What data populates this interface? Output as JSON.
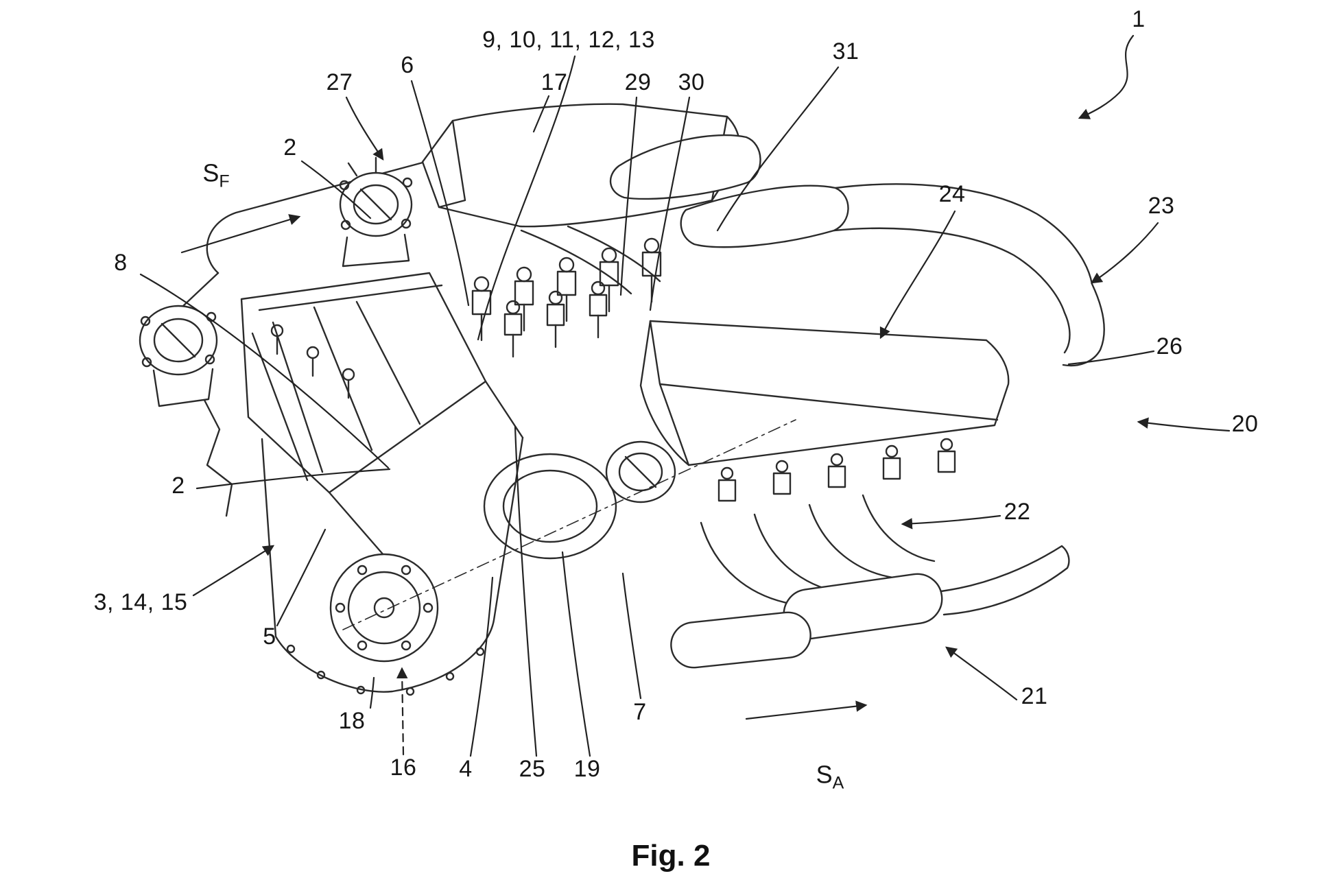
{
  "figure": {
    "caption": "Fig. 2",
    "line_color": "#222222",
    "background": "#ffffff",
    "labels": [
      {
        "text": "9, 10, 11, 12, 13"
      },
      {
        "text": "27"
      },
      {
        "text": "6"
      },
      {
        "text": "17"
      },
      {
        "text": "29"
      },
      {
        "text": "30"
      },
      {
        "text": "31"
      },
      {
        "text": "1"
      },
      {
        "text": "2"
      },
      {
        "text": "24"
      },
      {
        "text": "23"
      },
      {
        "text": "8"
      },
      {
        "text": "26"
      },
      {
        "text": "20"
      },
      {
        "text": "2"
      },
      {
        "text": "22"
      },
      {
        "text": "3, 14, 15"
      },
      {
        "text": "5"
      },
      {
        "text": "18"
      },
      {
        "text": "16"
      },
      {
        "text": "4"
      },
      {
        "text": "25"
      },
      {
        "text": "19"
      },
      {
        "text": "7"
      },
      {
        "text": "21"
      }
    ],
    "flow": {
      "front": {
        "base": "S",
        "sub": "F"
      },
      "rear": {
        "base": "S",
        "sub": "A"
      }
    }
  }
}
